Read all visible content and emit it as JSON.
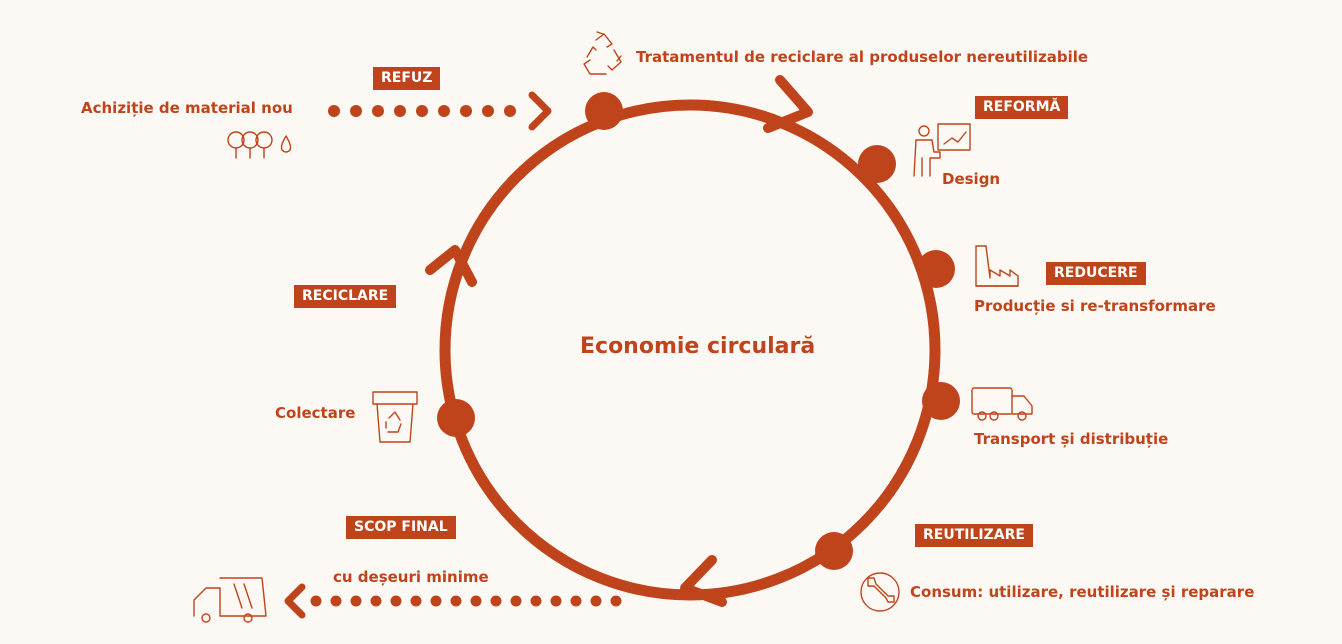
{
  "colors": {
    "accent": "#c0441b",
    "background": "#fcf9f4",
    "tag_text": "#ffffff"
  },
  "center_title": "Economie circulară",
  "stages": {
    "top": "Tratamentul de reciclare al produselor nereutilizabile",
    "design": "Design",
    "production": "Producție si re-transformare",
    "transport": "Transport și distribuție",
    "consumption": "Consum: utilizare, reutilizare și reparare",
    "collection": "Colectare"
  },
  "tags": {
    "refuz": "REFUZ",
    "reforma": "REFORMĂ",
    "reducere": "REDUCERE",
    "reutilizare": "REUTILIZARE",
    "scop_final": "SCOP FINAL",
    "reciclare": "RECICLARE"
  },
  "inputs": {
    "new_material": "Achiziție de material nou"
  },
  "outputs": {
    "minimal_waste": "cu deșeuri minime"
  },
  "icons": [
    "recycle-icon",
    "presentation-icon",
    "factory-icon",
    "truck-icon",
    "wrench-icon",
    "recycle-bin-icon",
    "trees-water-icon",
    "garbage-truck-icon"
  ]
}
